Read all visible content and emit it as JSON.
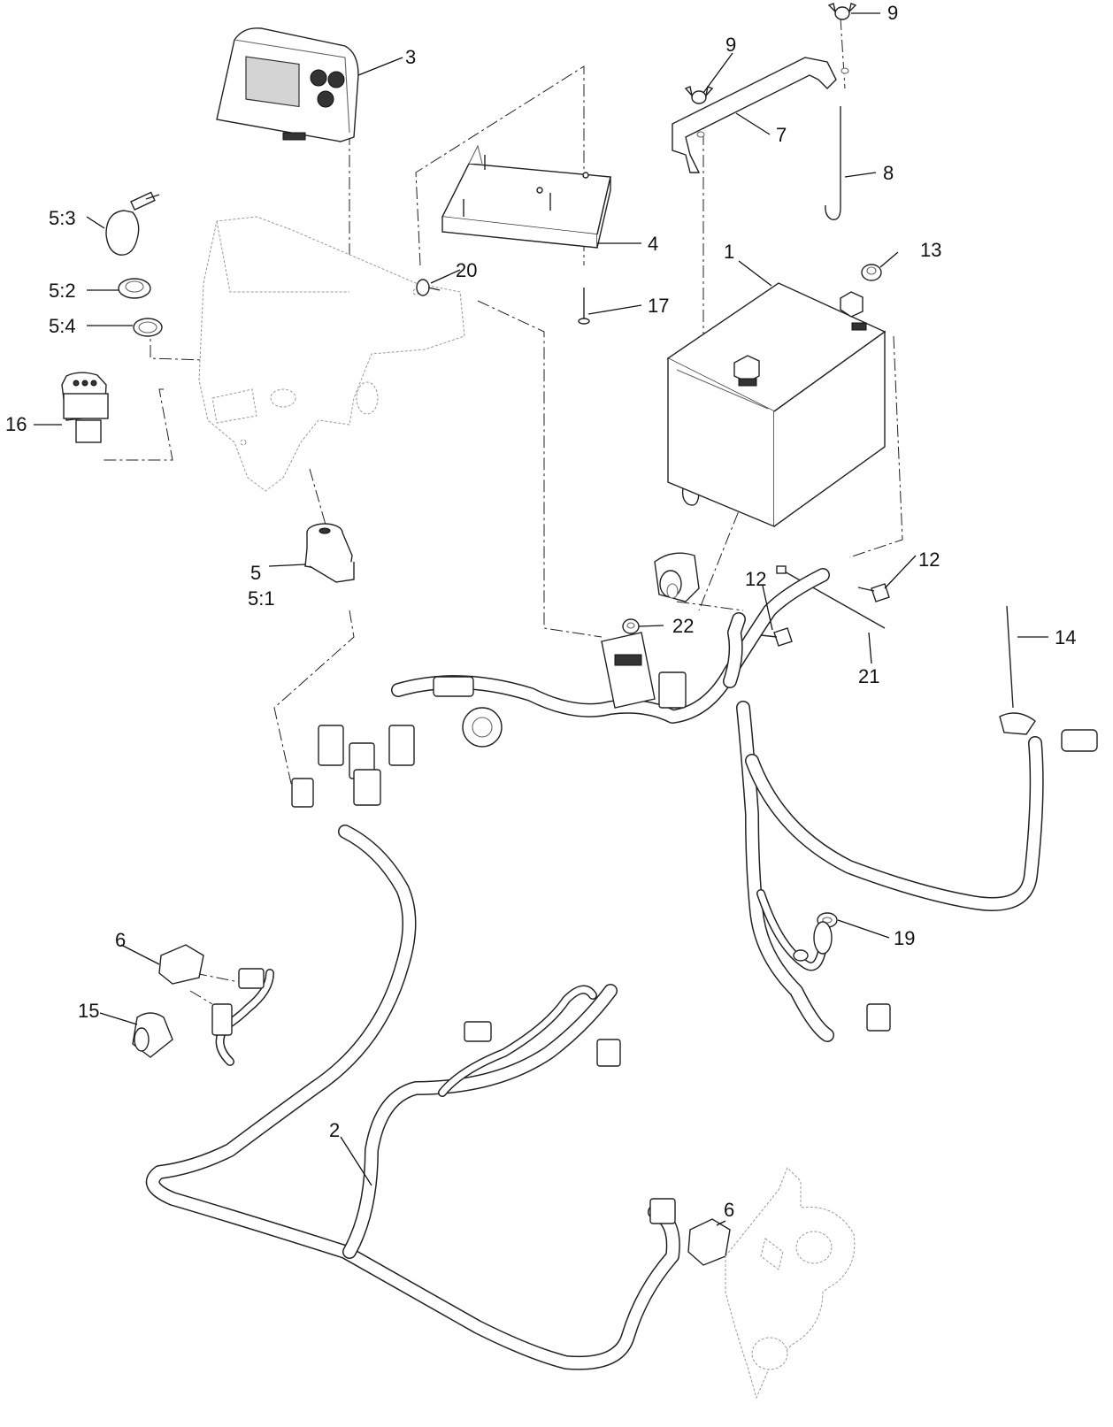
{
  "callouts": [
    {
      "id": "c1",
      "label": "1"
    },
    {
      "id": "c2",
      "label": "2"
    },
    {
      "id": "c3",
      "label": "3"
    },
    {
      "id": "c4",
      "label": "4"
    },
    {
      "id": "c5",
      "label": "5"
    },
    {
      "id": "c5_1",
      "label": "5:1"
    },
    {
      "id": "c5_2",
      "label": "5:2"
    },
    {
      "id": "c5_3",
      "label": "5:3"
    },
    {
      "id": "c5_4",
      "label": "5:4"
    },
    {
      "id": "c6a",
      "label": "6"
    },
    {
      "id": "c6b",
      "label": "6"
    },
    {
      "id": "c7",
      "label": "7"
    },
    {
      "id": "c8",
      "label": "8"
    },
    {
      "id": "c9a",
      "label": "9"
    },
    {
      "id": "c9b",
      "label": "9"
    },
    {
      "id": "c12a",
      "label": "12"
    },
    {
      "id": "c12b",
      "label": "12"
    },
    {
      "id": "c13",
      "label": "13"
    },
    {
      "id": "c14",
      "label": "14"
    },
    {
      "id": "c15",
      "label": "15"
    },
    {
      "id": "c16",
      "label": "16"
    },
    {
      "id": "c17",
      "label": "17"
    },
    {
      "id": "c19",
      "label": "19"
    },
    {
      "id": "c20",
      "label": "20"
    },
    {
      "id": "c21",
      "label": "21"
    },
    {
      "id": "c22",
      "label": "22"
    }
  ]
}
